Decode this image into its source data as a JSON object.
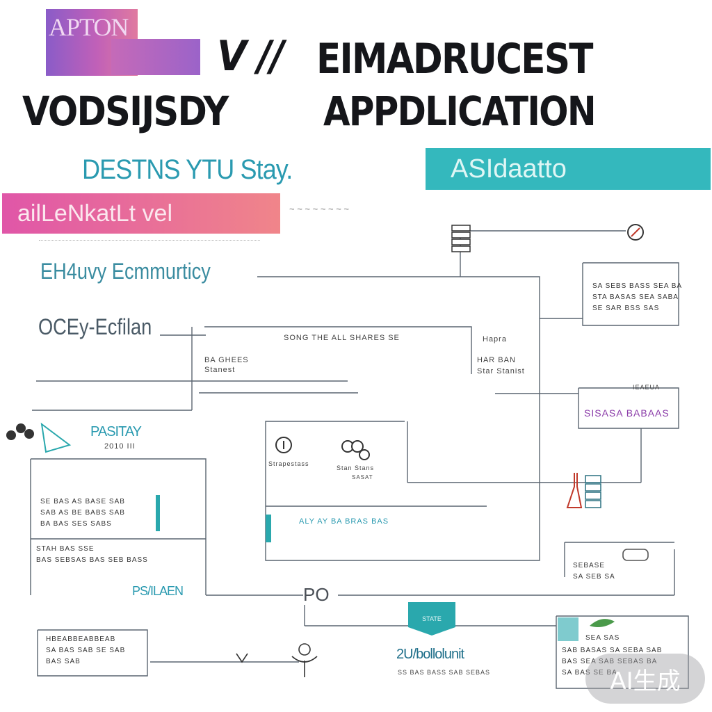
{
  "header": {
    "logo_text": "APTON",
    "title_part1": "V //",
    "title_part2": "EIMADRUCEST",
    "title_part3": "VODSIJSDY",
    "title_part4": "APPDLICATION",
    "subtitle": "DESTNS YTU Stay."
  },
  "buttons": {
    "teal_label": "ASIdaatto"
  },
  "banners": {
    "pink_label": "ailLeNkatLt vel",
    "pink_caption": "~ ~ ~ ~ ~ ~ ~ ~"
  },
  "side_labels": {
    "label_1": "EH4uvy Ecmmurticy",
    "label_2": "OCEy-Ecfilan"
  },
  "nodes": {
    "center_header": "SONG THE ALL SHARES SE",
    "center_left_a": "BA GHEES",
    "center_left_b": "Stanest",
    "center_right_a": "Hapra",
    "center_right_b": "HAR BAN",
    "center_right_c": "Star Stanist",
    "icon_left_caption": "Strapestass",
    "icon_right_caption": "Stan Stans",
    "icon_right_sub": "SASAT",
    "bottom_center_head": "ALY AY BA BRAS BAS",
    "right_card_lines": [
      "SA SEBS BASS SEA BA",
      "STA BASAS SEA SABA",
      "SE SAR BSS SAS"
    ],
    "purple_label": "SISASA BABAAS",
    "purple_caption": "IEAEUA",
    "left_heading": "PASITAY",
    "left_heading_sub": "2010 III",
    "left_card_lines": [
      "SE BAS AS BASE SAB",
      "SAB AS BE BABS SAB",
      "BA BAS SES SABS"
    ],
    "left_lower_lines": [
      "STAH BAS SSE",
      "BAS SEBSAS BAS SEB BASS"
    ],
    "left_lower_head": "PS/ILAEN",
    "bottom_left_lines": [
      "HBEABBEABBEAB",
      "SA BAS SAB SE SAB",
      "BAS SAB"
    ],
    "badge_text": "STATE",
    "bottom_center_brand": "2U/bollolunit",
    "bottom_center_caption": "SS BAS BASS SAB SEBAS",
    "bottom_right_lines": [
      "SEA SAS",
      "SAB BASAS SA SEBA SAB",
      "BAS SEA SAB SEBAS BA",
      "SA BAS SE BA"
    ],
    "bottom_right_card2": [
      "SEBASE",
      "SA SEB SA"
    ],
    "po_label": "PO"
  },
  "watermark": {
    "text": "AI生成"
  },
  "colors": {
    "teal": "#34b8bd",
    "pink": "#e056a8",
    "purple": "#8a3aa8",
    "ink": "#15161a"
  }
}
